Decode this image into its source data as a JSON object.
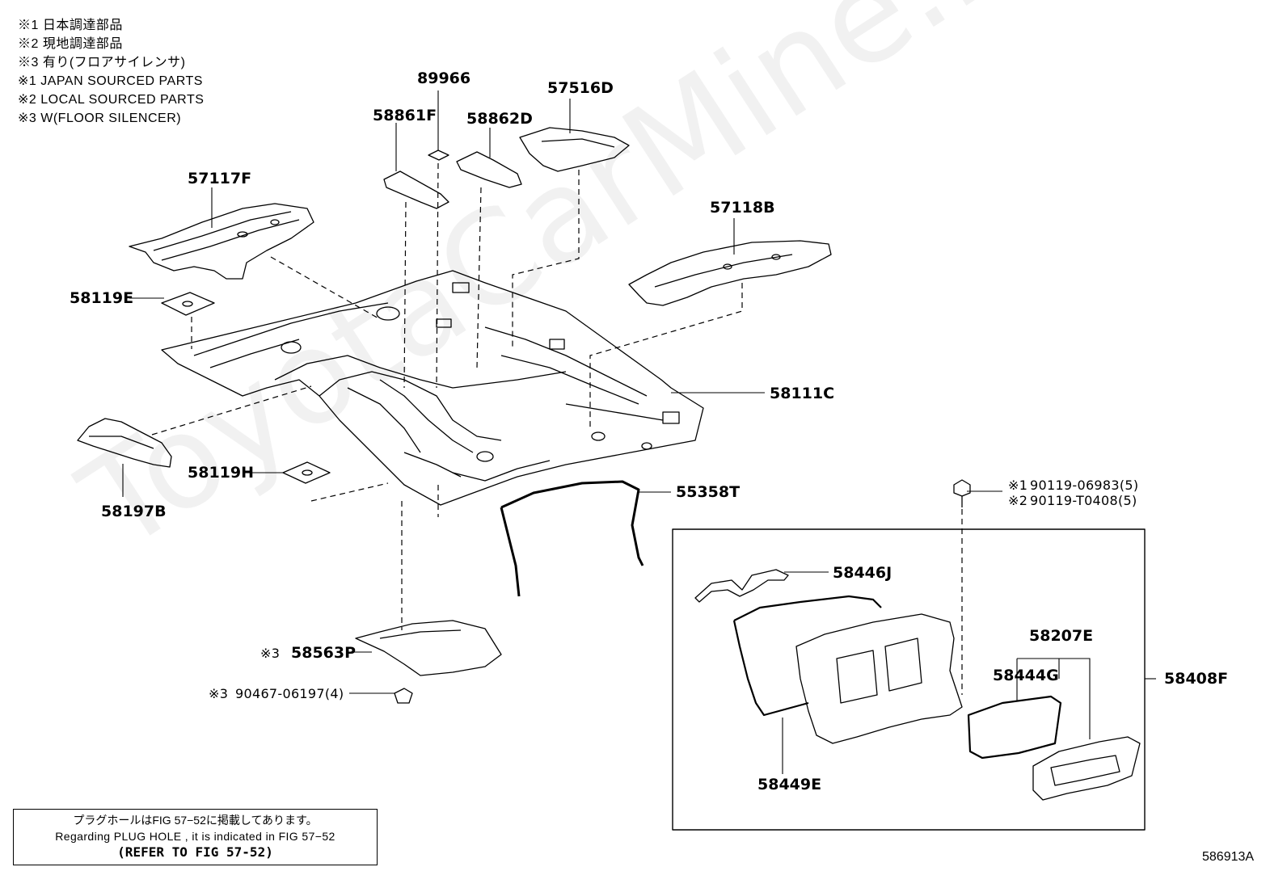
{
  "notes": [
    "※1 日本調達部品",
    "※2 現地調達部品",
    "※3 有り(フロアサイレンサ)",
    "※1 JAPAN SOURCED PARTS",
    "※2 LOCAL SOURCED PARTS",
    "※3 W(FLOOR SILENCER)"
  ],
  "parts": {
    "p89966": "89966",
    "p58861F": "58861F",
    "p58862D": "58862D",
    "p57516D": "57516D",
    "p57117F": "57117F",
    "p57118B": "57118B",
    "p58119E": "58119E",
    "p58111C": "58111C",
    "p58197B": "58197B",
    "p58119H": "58119H",
    "p55358T": "55358T",
    "p58446J": "58446J",
    "p58207E": "58207E",
    "p58444G": "58444G",
    "p58408F": "58408F",
    "p58449E": "58449E",
    "p58563P": "58563P",
    "p58563P_mark": "※3",
    "p90467": "90467-06197(4)",
    "p90467_mark": "※3",
    "bolt1": "90119-06983(5)",
    "bolt1_mark": "※1",
    "bolt2": "90119-T0408(5)",
    "bolt2_mark": "※2"
  },
  "plug_note": {
    "jp": "プラグホールはFIG 57−52に掲載してあります。",
    "en": "Regarding  PLUG  HOLE , it is indicated in FIG  57−52",
    "ref": "(REFER TO FIG 57-52)"
  },
  "figure_number": "586913A",
  "watermark": "ToyotaCarMine.ru"
}
